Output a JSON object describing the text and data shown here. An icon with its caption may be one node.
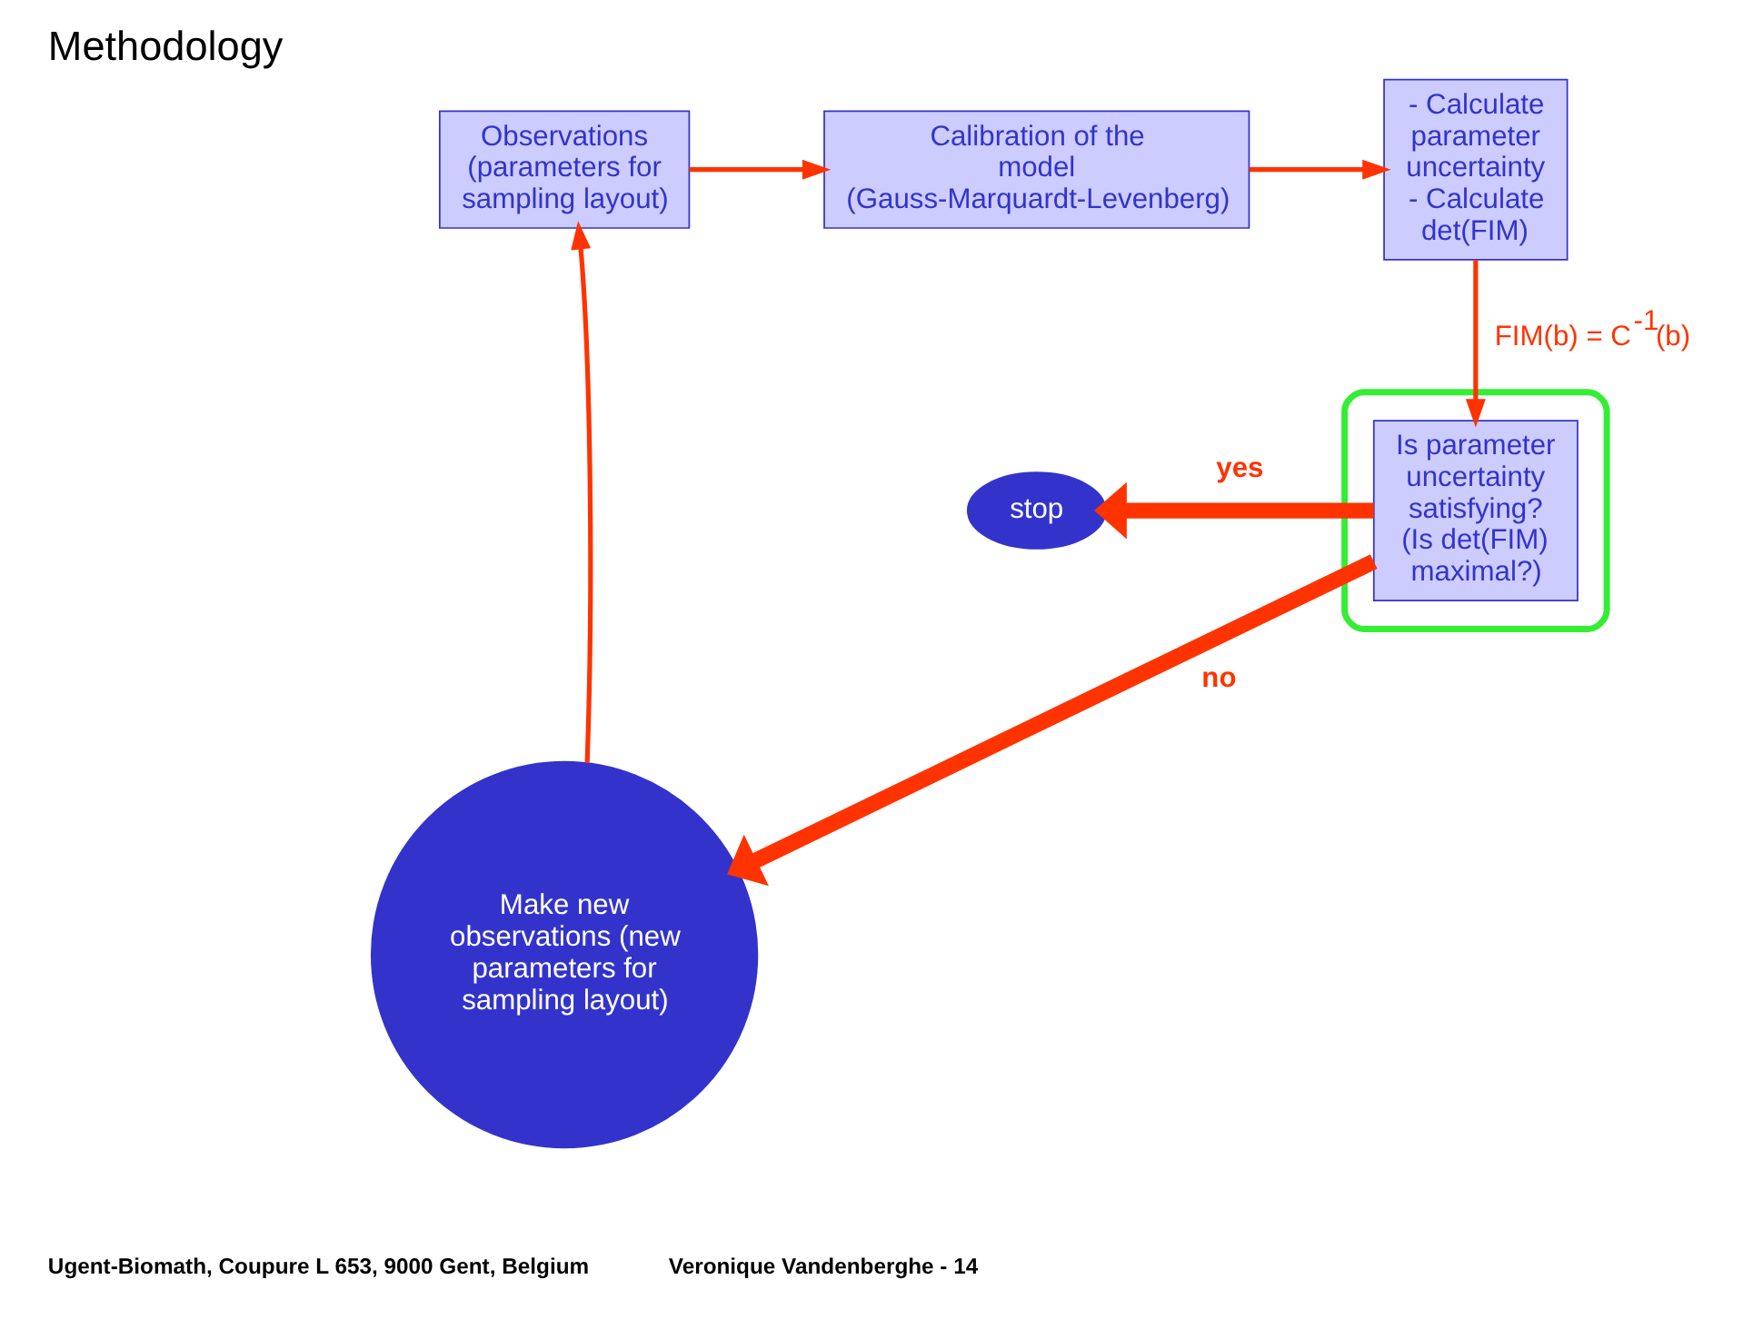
{
  "diagram": {
    "title": "Methodology",
    "nodes": [
      {
        "text": [
          "Observations (parameters for sampling layout)"
        ]
      },
      {
        "text": [
          "Calibration of the model",
          "(Gauss-Marquardt-Levenberg)"
        ]
      },
      {
        "text": [
          "- Calculate parameter uncertainty",
          "- Calculate det(FIM)"
        ]
      },
      {
        "text": [],
        "shape": "ellipse"
      },
      {
        "text": [
          "Is parameter uncertainty satisfying?",
          "(Is det(FIM) maximal?)"
        ],
        "in": 3
      },
      {
        "text": [
          "stop"
        ]
      },
      {
        "text": [
          "Make new observations (new parameters for sampling layout)"
        ]
      }
    ],
    "edges": [
      {
        "from": 0,
        "to": 1,
        "arrow": "to"
      },
      {
        "from": 1,
        "to": 2,
        "arrow": "to"
      },
      {
        "from": 2,
        "to": 4,
        "arrow": "to",
        "label": "FIM(b) = C$^{-1}$(b)"
      },
      {
        "from": 4,
        "to": 5,
        "arrow": "to",
        "label": "yes",
        "style": "thick"
      },
      {
        "from": 4,
        "to": 6,
        "arrow": "to",
        "label": "no",
        "style": "thick"
      },
      {
        "from": 6,
        "to": 0,
        "arrow": "to"
      }
    ],
    "labels": [
      "Ugent-Biomath, Coupure L 653, 9000 Gent, Belgium",
      "Veronique Vandenberghe - 14"
    ]
  }
}
